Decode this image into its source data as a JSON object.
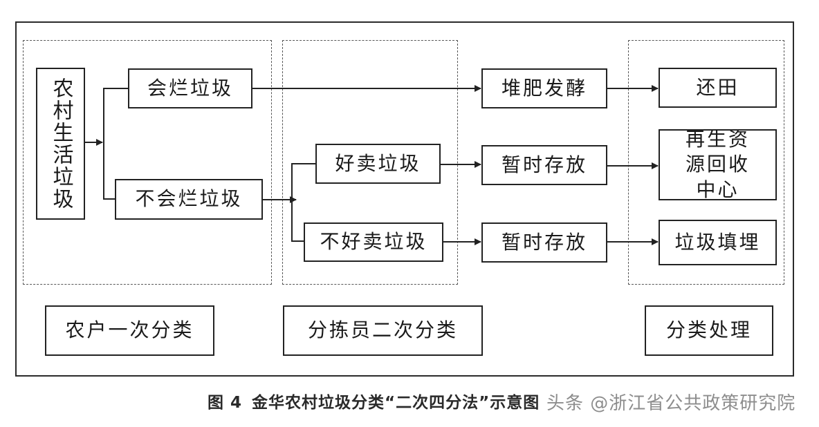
{
  "nodes": {
    "source": "农村生活垃圾",
    "rot": "会烂垃圾",
    "nonrot": "不会烂垃圾",
    "sellable": "好卖垃圾",
    "unsellable": "不好卖垃圾",
    "compost": "堆肥发酵",
    "store1": "暂时存放",
    "store2": "暂时存放",
    "field": "还田",
    "recycle": "再生资源回收中心",
    "landfill": "垃圾填埋"
  },
  "stages": {
    "household": "农户一次分类",
    "sorter": "分拣员二次分类",
    "treatment": "分类处理"
  },
  "caption": {
    "figure_no": "图 4",
    "title": "金华农村垃圾分类“二次四分法”示意图"
  },
  "watermark": "头条 @浙江省公共政策研究院",
  "colors": {
    "line": "#222222",
    "dash": "#555555"
  }
}
